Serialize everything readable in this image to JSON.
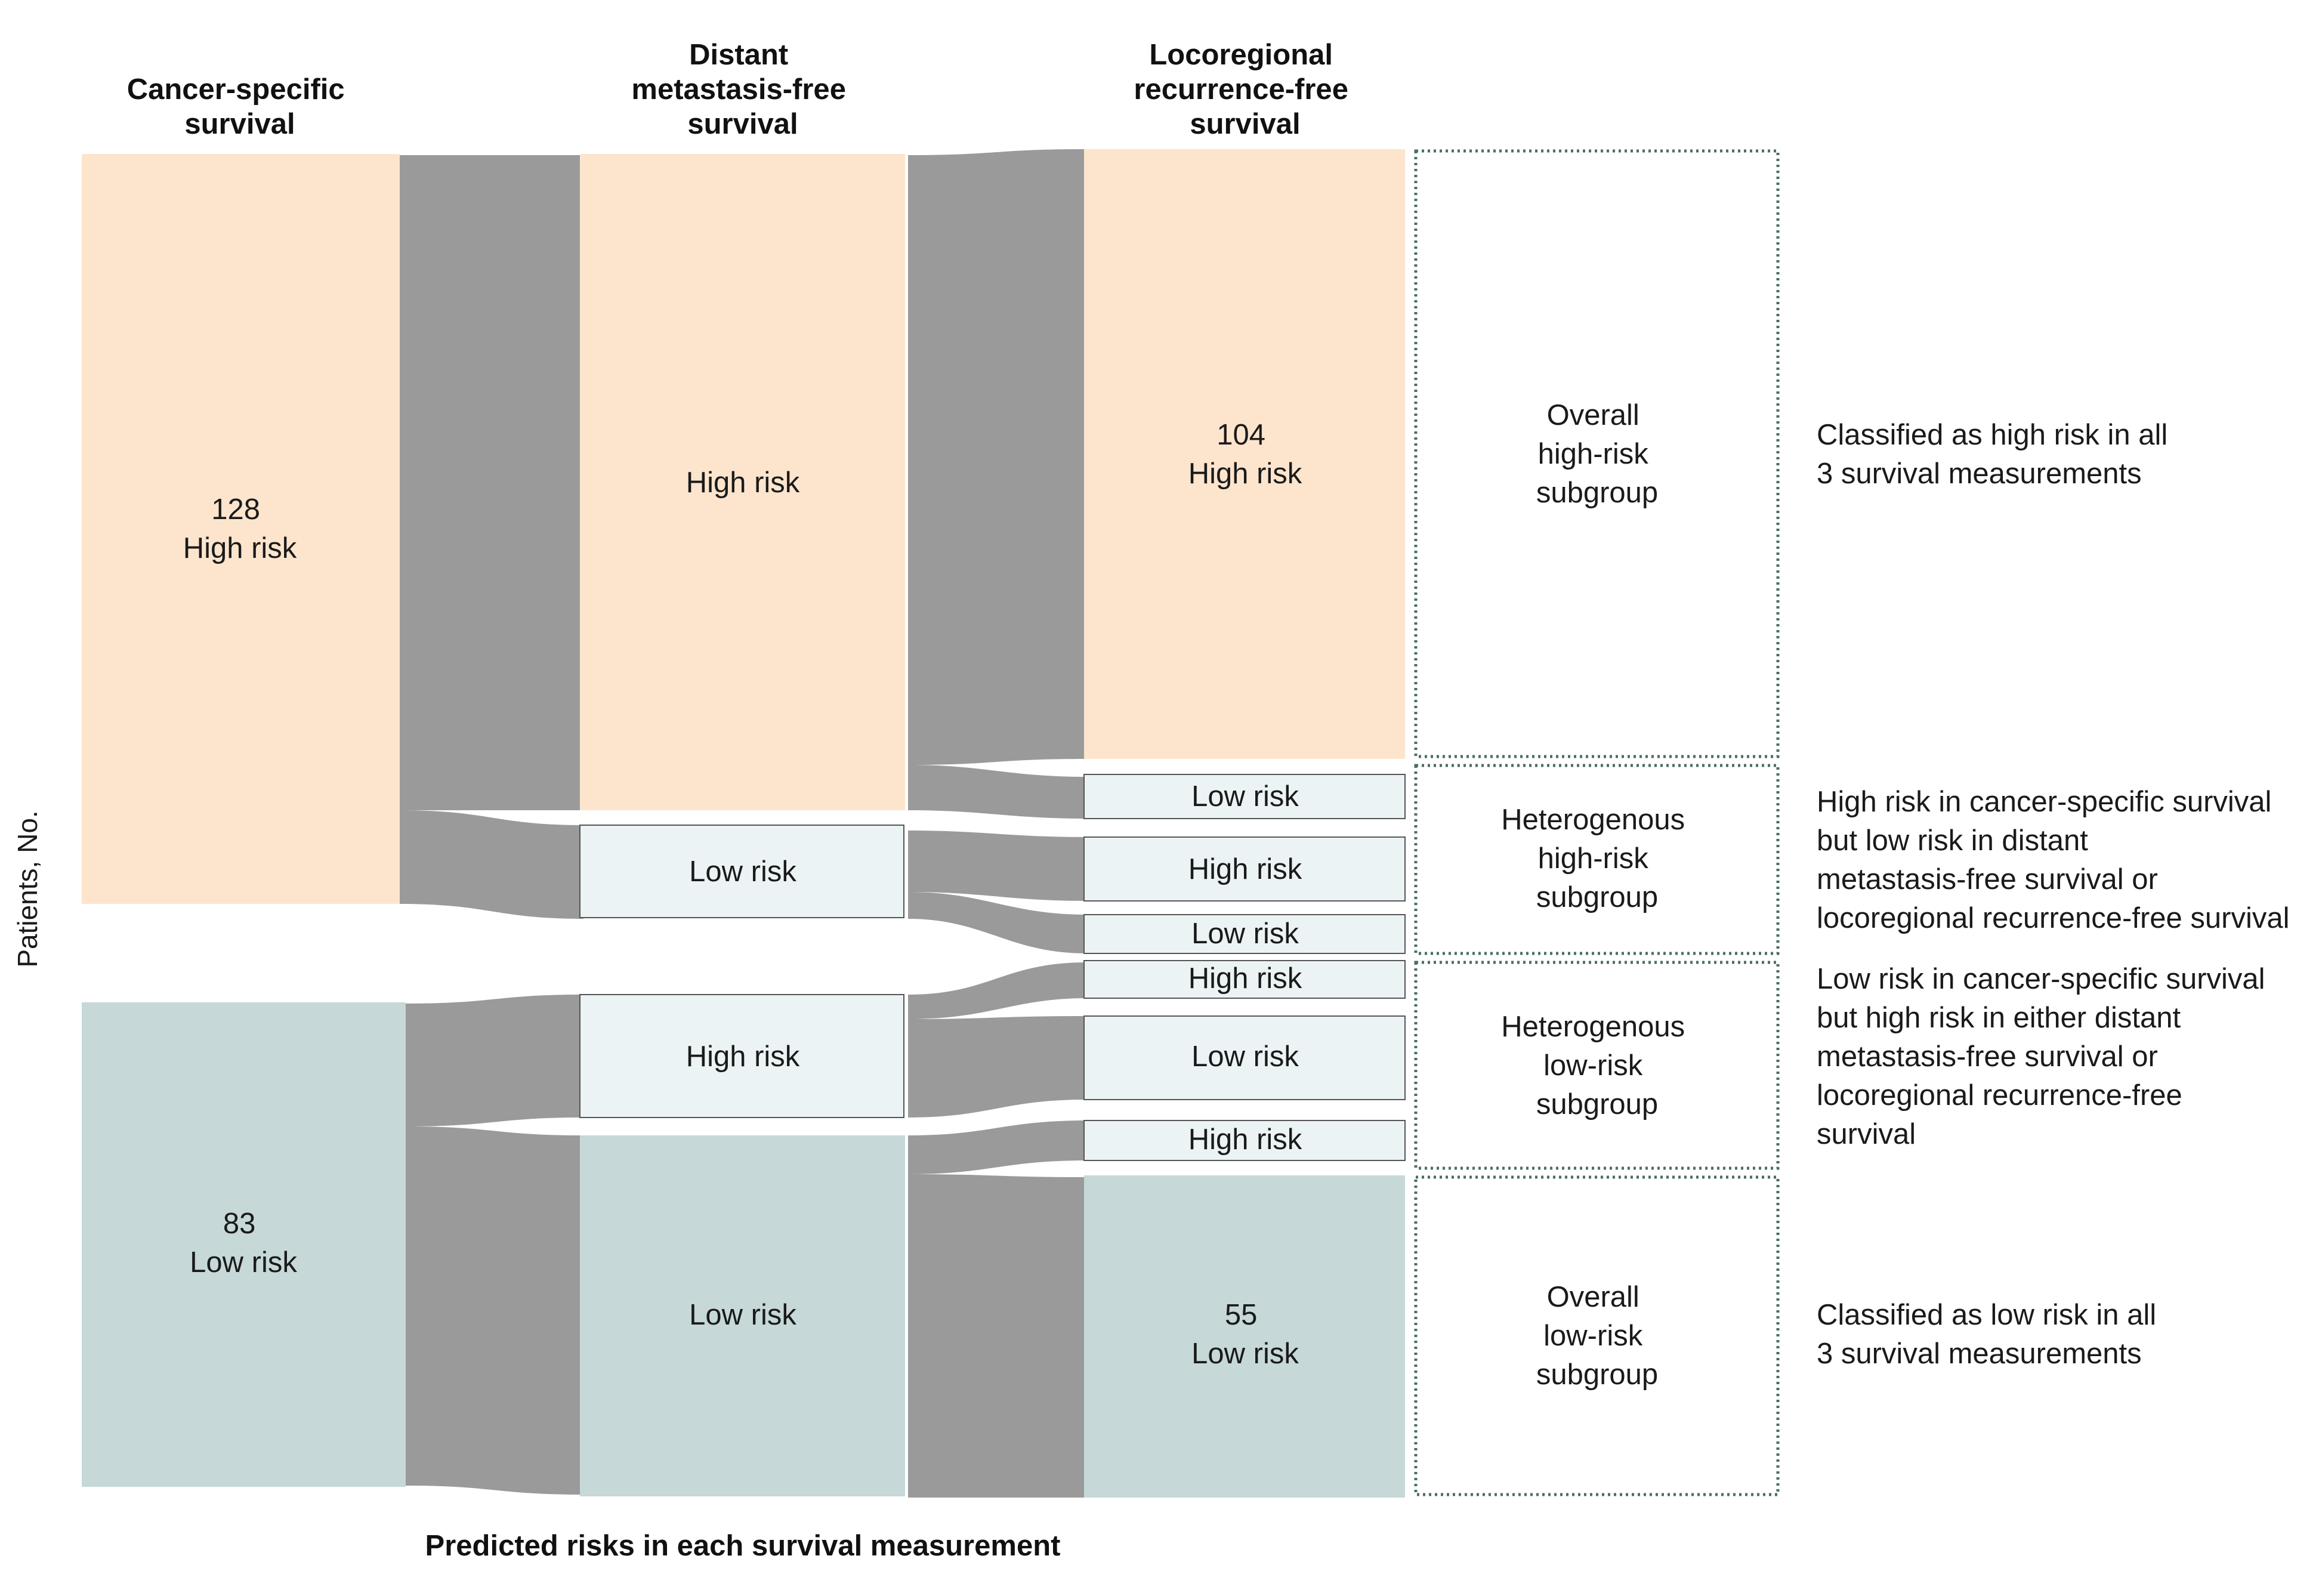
{
  "chart_data": {
    "type": "sankey",
    "xlabel": "Predicted risks in each survival measurement",
    "ylabel": "Patients, No.",
    "columns": [
      {
        "key": "css",
        "title_lines": [
          "Cancer-specific",
          "survival"
        ]
      },
      {
        "key": "dmfs",
        "title_lines": [
          "Distant",
          "metastasis-free",
          "survival"
        ]
      },
      {
        "key": "lrfs",
        "title_lines": [
          "Locoregional",
          "recurrence-free",
          "survival"
        ]
      }
    ],
    "nodes": {
      "css_high": {
        "lines": [
          "128",
          "High risk"
        ],
        "value": 128
      },
      "css_low": {
        "lines": [
          "83",
          "Low risk"
        ],
        "value": 83
      },
      "dmfs_high_a": {
        "lines": [
          "High risk"
        ]
      },
      "dmfs_low_a": {
        "lines": [
          "Low risk"
        ]
      },
      "dmfs_high_b": {
        "lines": [
          "High risk"
        ]
      },
      "dmfs_low_b": {
        "lines": [
          "Low risk"
        ]
      },
      "lrfs_1": {
        "lines": [
          "104",
          "High risk"
        ],
        "value": 104
      },
      "lrfs_2": {
        "lines": [
          "Low risk"
        ]
      },
      "lrfs_3": {
        "lines": [
          "High risk"
        ]
      },
      "lrfs_4": {
        "lines": [
          "Low risk"
        ]
      },
      "lrfs_5": {
        "lines": [
          "High risk"
        ]
      },
      "lrfs_6": {
        "lines": [
          "Low risk"
        ]
      },
      "lrfs_7": {
        "lines": [
          "High risk"
        ]
      },
      "lrfs_8": {
        "lines": [
          "55",
          "Low risk"
        ],
        "value": 55
      }
    },
    "subgroups": [
      {
        "lines": [
          "Overall",
          "high-risk",
          "subgroup"
        ],
        "description": [
          "Classified as high risk in all",
          "3 survival measurements"
        ]
      },
      {
        "lines": [
          "Heterogenous",
          "high-risk",
          "subgroup"
        ],
        "description": [
          "High risk in cancer-specific survival",
          "but low risk in distant",
          "metastasis-free survival or",
          "locoregional recurrence-free survival"
        ]
      },
      {
        "lines": [
          "Heterogenous",
          "low-risk",
          "subgroup"
        ],
        "description": [
          "Low risk in cancer-specific survival",
          "but high risk in either distant",
          "metastasis-free survival or",
          "locoregional recurrence-free",
          "survival"
        ]
      },
      {
        "lines": [
          "Overall",
          "low-risk",
          "subgroup"
        ],
        "description": [
          "Classified as low risk in all",
          "3 survival measurements"
        ]
      }
    ]
  },
  "colors": {
    "high_risk_fill": "#fde5cd",
    "low_risk_fill": "#c6d8d8",
    "small_box_fill": "#ebf3f4",
    "flow": "#9a9a9a",
    "dotted_border": "#4a6e66"
  }
}
